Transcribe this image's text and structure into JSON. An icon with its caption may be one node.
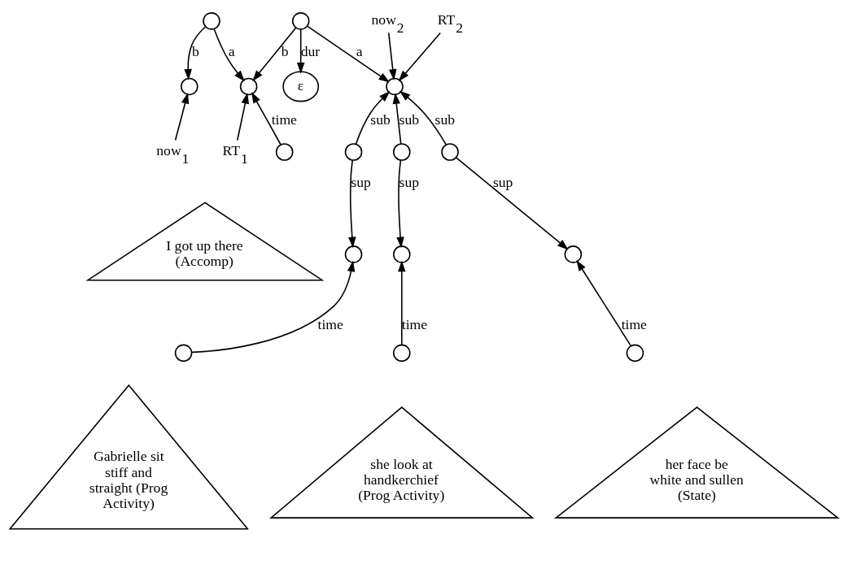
{
  "diagram": {
    "nodes": [
      {
        "text": [],
        "shape": "circle"
      },
      {
        "text": [],
        "shape": "circle"
      },
      {
        "text": [
          "now$_{2}$"
        ]
      },
      {
        "text": [
          "RT$_{2}$"
        ]
      },
      {
        "text": [],
        "shape": "circle"
      },
      {
        "text": [],
        "shape": "circle"
      },
      {
        "text": [
          "ε"
        ]
      },
      {
        "text": [],
        "shape": "circle"
      },
      {
        "text": [],
        "shape": "circle"
      },
      {
        "text": [],
        "shape": "circle"
      },
      {
        "text": [
          "RT$_{1}$"
        ]
      },
      {
        "text": [],
        "shape": "circle"
      },
      {
        "text": [],
        "shape": "circle"
      },
      {
        "text": [],
        "shape": "circle"
      },
      {
        "text": [
          "now$_{1}$"
        ]
      },
      {
        "text": [],
        "shape": "circle"
      },
      {
        "text": [],
        "shape": "circle"
      },
      {
        "text": [
          "I got up there (Accomp)"
        ]
      },
      {
        "text": [],
        "shape": "circle"
      },
      {
        "text": [],
        "shape": "circle"
      },
      {
        "text": [],
        "shape": "circle"
      },
      {
        "text": [
          "Gabrielle sit stiff and straight (Prog Activity)"
        ]
      },
      {
        "text": [
          "she look at handkerchief (Prog Activity)"
        ]
      },
      {
        "text": [
          "her face be white and sullen (State)"
        ]
      }
    ],
    "edges": [
      {
        "from": 0,
        "to": 4,
        "arrow": "to",
        "label": "b"
      },
      {
        "from": 0,
        "to": 5,
        "arrow": "to",
        "label": "a"
      },
      {
        "from": 1,
        "to": 5,
        "arrow": "to",
        "label": "b"
      },
      {
        "from": 1,
        "to": 6,
        "arrow": "to",
        "label": "dur"
      },
      {
        "from": 1,
        "to": 7,
        "arrow": "to",
        "label": "a"
      },
      {
        "from": 2,
        "to": 7,
        "arrow": "to"
      },
      {
        "from": 3,
        "to": 7,
        "arrow": "to"
      },
      {
        "from": 8,
        "to": 7,
        "arrow": "to",
        "label": "sub"
      },
      {
        "from": 8,
        "to": 11,
        "arrow": "to",
        "label": "sup"
      },
      {
        "from": 12,
        "to": 7,
        "arrow": "to",
        "label": "sub"
      },
      {
        "from": 12,
        "to": 15,
        "arrow": "to",
        "label": "sup"
      },
      {
        "from": 9,
        "to": 7,
        "arrow": "to",
        "label": "sub"
      },
      {
        "from": 9,
        "to": 13,
        "arrow": "to",
        "label": "sup"
      },
      {
        "from": 10,
        "to": 5,
        "arrow": "to"
      },
      {
        "from": 14,
        "to": 4,
        "arrow": "to"
      },
      {
        "from": 16,
        "to": 5,
        "arrow": "to",
        "label": "time"
      },
      {
        "from": 18,
        "to": 11,
        "arrow": "to",
        "label": "time"
      },
      {
        "from": 20,
        "to": 15,
        "arrow": "to",
        "label": "time"
      },
      {
        "from": 19,
        "to": 13,
        "arrow": "to",
        "label": "time"
      }
    ]
  }
}
